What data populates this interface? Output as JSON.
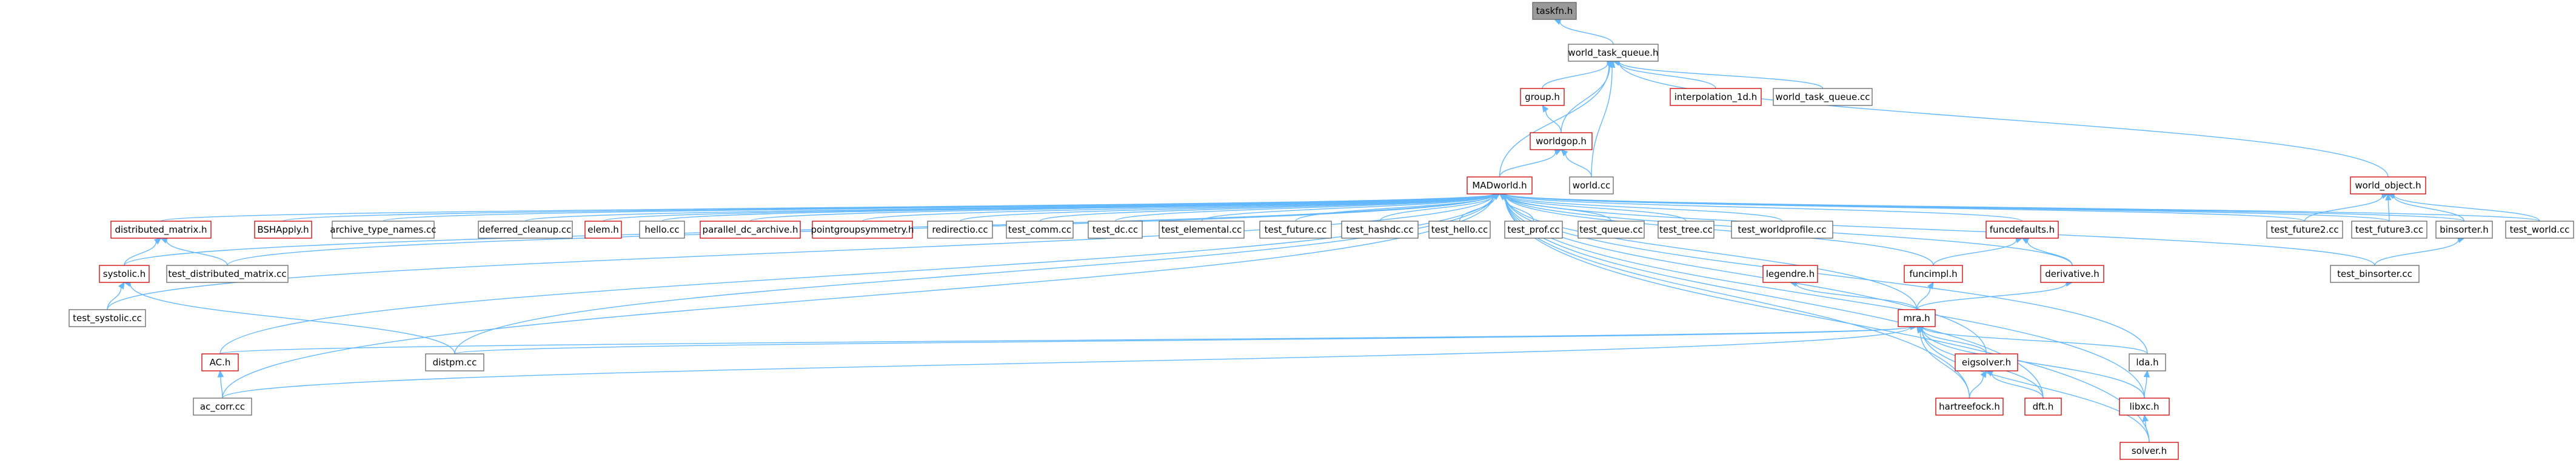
{
  "nodes": [
    {
      "id": "taskfn",
      "label": "taskfn.h",
      "style": "root"
    },
    {
      "id": "wtq",
      "label": "world_task_queue.h",
      "style": "normal"
    },
    {
      "id": "group",
      "label": "group.h",
      "style": "red"
    },
    {
      "id": "interp",
      "label": "interpolation_1d.h",
      "style": "red"
    },
    {
      "id": "wtqcc",
      "label": "world_task_queue.cc",
      "style": "normal"
    },
    {
      "id": "worldgop",
      "label": "worldgop.h",
      "style": "red"
    },
    {
      "id": "madworld",
      "label": "MADworld.h",
      "style": "red"
    },
    {
      "id": "worldcc",
      "label": "world.cc",
      "style": "normal"
    },
    {
      "id": "worldobj",
      "label": "world_object.h",
      "style": "red"
    },
    {
      "id": "distmat",
      "label": "distributed_matrix.h",
      "style": "red"
    },
    {
      "id": "bsh",
      "label": "BSHApply.h",
      "style": "red"
    },
    {
      "id": "archtn",
      "label": "archive_type_names.cc",
      "style": "normal"
    },
    {
      "id": "defclean",
      "label": "deferred_cleanup.cc",
      "style": "normal"
    },
    {
      "id": "elem",
      "label": "elem.h",
      "style": "red"
    },
    {
      "id": "hello",
      "label": "hello.cc",
      "style": "normal"
    },
    {
      "id": "pardc",
      "label": "parallel_dc_archive.h",
      "style": "red"
    },
    {
      "id": "pgsym",
      "label": "pointgroupsymmetry.h",
      "style": "red"
    },
    {
      "id": "redir",
      "label": "redirectio.cc",
      "style": "normal"
    },
    {
      "id": "tcomm",
      "label": "test_comm.cc",
      "style": "normal"
    },
    {
      "id": "tdc",
      "label": "test_dc.cc",
      "style": "normal"
    },
    {
      "id": "telem",
      "label": "test_elemental.cc",
      "style": "normal"
    },
    {
      "id": "tfut",
      "label": "test_future.cc",
      "style": "normal"
    },
    {
      "id": "thash",
      "label": "test_hashdc.cc",
      "style": "normal"
    },
    {
      "id": "thello",
      "label": "test_hello.cc",
      "style": "normal"
    },
    {
      "id": "tprof",
      "label": "test_prof.cc",
      "style": "normal"
    },
    {
      "id": "tqueue",
      "label": "test_queue.cc",
      "style": "normal"
    },
    {
      "id": "ttree",
      "label": "test_tree.cc",
      "style": "normal"
    },
    {
      "id": "twprof",
      "label": "test_worldprofile.cc",
      "style": "normal"
    },
    {
      "id": "funcdef",
      "label": "funcdefaults.h",
      "style": "red"
    },
    {
      "id": "tfut2",
      "label": "test_future2.cc",
      "style": "normal"
    },
    {
      "id": "tfut3",
      "label": "test_future3.cc",
      "style": "normal"
    },
    {
      "id": "binsort",
      "label": "binsorter.h",
      "style": "normal"
    },
    {
      "id": "tworld",
      "label": "test_world.cc",
      "style": "normal"
    },
    {
      "id": "systolic",
      "label": "systolic.h",
      "style": "red"
    },
    {
      "id": "tdistmat",
      "label": "test_distributed_matrix.cc",
      "style": "normal"
    },
    {
      "id": "legendre",
      "label": "legendre.h",
      "style": "red"
    },
    {
      "id": "funcimpl",
      "label": "funcimpl.h",
      "style": "red"
    },
    {
      "id": "deriv",
      "label": "derivative.h",
      "style": "red"
    },
    {
      "id": "tbinsort",
      "label": "test_binsorter.cc",
      "style": "normal"
    },
    {
      "id": "tsystolic",
      "label": "test_systolic.cc",
      "style": "normal"
    },
    {
      "id": "mra",
      "label": "mra.h",
      "style": "red"
    },
    {
      "id": "ach",
      "label": "AC.h",
      "style": "red"
    },
    {
      "id": "distpm",
      "label": "distpm.cc",
      "style": "normal"
    },
    {
      "id": "eigsolver",
      "label": "eigsolver.h",
      "style": "red"
    },
    {
      "id": "lda",
      "label": "lda.h",
      "style": "normal"
    },
    {
      "id": "accorr",
      "label": "ac_corr.cc",
      "style": "normal"
    },
    {
      "id": "hartree",
      "label": "hartreefock.h",
      "style": "red"
    },
    {
      "id": "dft",
      "label": "dft.h",
      "style": "red"
    },
    {
      "id": "libxc",
      "label": "libxc.h",
      "style": "red"
    },
    {
      "id": "solver",
      "label": "solver.h",
      "style": "red"
    }
  ],
  "edges": [
    [
      "wtq",
      "taskfn"
    ],
    [
      "group",
      "wtq"
    ],
    [
      "interp",
      "wtq"
    ],
    [
      "wtqcc",
      "wtq"
    ],
    [
      "worldgop",
      "wtq"
    ],
    [
      "madworld",
      "wtq"
    ],
    [
      "worldcc",
      "wtq"
    ],
    [
      "worldobj",
      "wtq"
    ],
    [
      "worldgop",
      "group"
    ],
    [
      "madworld",
      "worldgop"
    ],
    [
      "worldcc",
      "worldgop"
    ],
    [
      "tfut2",
      "worldobj"
    ],
    [
      "tfut3",
      "worldobj"
    ],
    [
      "binsort",
      "worldobj"
    ],
    [
      "tworld",
      "worldobj"
    ],
    [
      "distmat",
      "madworld"
    ],
    [
      "bsh",
      "madworld"
    ],
    [
      "archtn",
      "madworld"
    ],
    [
      "defclean",
      "madworld"
    ],
    [
      "elem",
      "madworld"
    ],
    [
      "hello",
      "madworld"
    ],
    [
      "pardc",
      "madworld"
    ],
    [
      "pgsym",
      "madworld"
    ],
    [
      "redir",
      "madworld"
    ],
    [
      "tcomm",
      "madworld"
    ],
    [
      "tdc",
      "madworld"
    ],
    [
      "telem",
      "madworld"
    ],
    [
      "tfut",
      "madworld"
    ],
    [
      "thash",
      "madworld"
    ],
    [
      "thello",
      "madworld"
    ],
    [
      "tprof",
      "madworld"
    ],
    [
      "tqueue",
      "madworld"
    ],
    [
      "ttree",
      "madworld"
    ],
    [
      "twprof",
      "madworld"
    ],
    [
      "funcdef",
      "madworld"
    ],
    [
      "tfut2",
      "madworld"
    ],
    [
      "tfut3",
      "madworld"
    ],
    [
      "binsort",
      "madworld"
    ],
    [
      "tworld",
      "madworld"
    ],
    [
      "systolic",
      "madworld"
    ],
    [
      "tdistmat",
      "madworld"
    ],
    [
      "funcimpl",
      "madworld"
    ],
    [
      "deriv",
      "madworld"
    ],
    [
      "tsystolic",
      "madworld"
    ],
    [
      "tbinsort",
      "madworld"
    ],
    [
      "mra",
      "madworld"
    ],
    [
      "ach",
      "madworld"
    ],
    [
      "distpm",
      "madworld"
    ],
    [
      "eigsolver",
      "madworld"
    ],
    [
      "lda",
      "madworld"
    ],
    [
      "accorr",
      "madworld"
    ],
    [
      "hartree",
      "madworld"
    ],
    [
      "dft",
      "madworld"
    ],
    [
      "libxc",
      "madworld"
    ],
    [
      "solver",
      "madworld"
    ],
    [
      "systolic",
      "distmat"
    ],
    [
      "tdistmat",
      "distmat"
    ],
    [
      "tsystolic",
      "systolic"
    ],
    [
      "distpm",
      "systolic"
    ],
    [
      "tbinsort",
      "binsort"
    ],
    [
      "funcimpl",
      "funcdef"
    ],
    [
      "deriv",
      "funcdef"
    ],
    [
      "mra",
      "legendre"
    ],
    [
      "mra",
      "funcimpl"
    ],
    [
      "mra",
      "deriv"
    ],
    [
      "ach",
      "mra"
    ],
    [
      "distpm",
      "mra"
    ],
    [
      "eigsolver",
      "mra"
    ],
    [
      "lda",
      "mra"
    ],
    [
      "accorr",
      "mra"
    ],
    [
      "hartree",
      "mra"
    ],
    [
      "dft",
      "mra"
    ],
    [
      "libxc",
      "mra"
    ],
    [
      "solver",
      "mra"
    ],
    [
      "accorr",
      "ach"
    ],
    [
      "hartree",
      "eigsolver"
    ],
    [
      "dft",
      "eigsolver"
    ],
    [
      "libxc",
      "lda"
    ],
    [
      "solver",
      "libxc"
    ]
  ]
}
